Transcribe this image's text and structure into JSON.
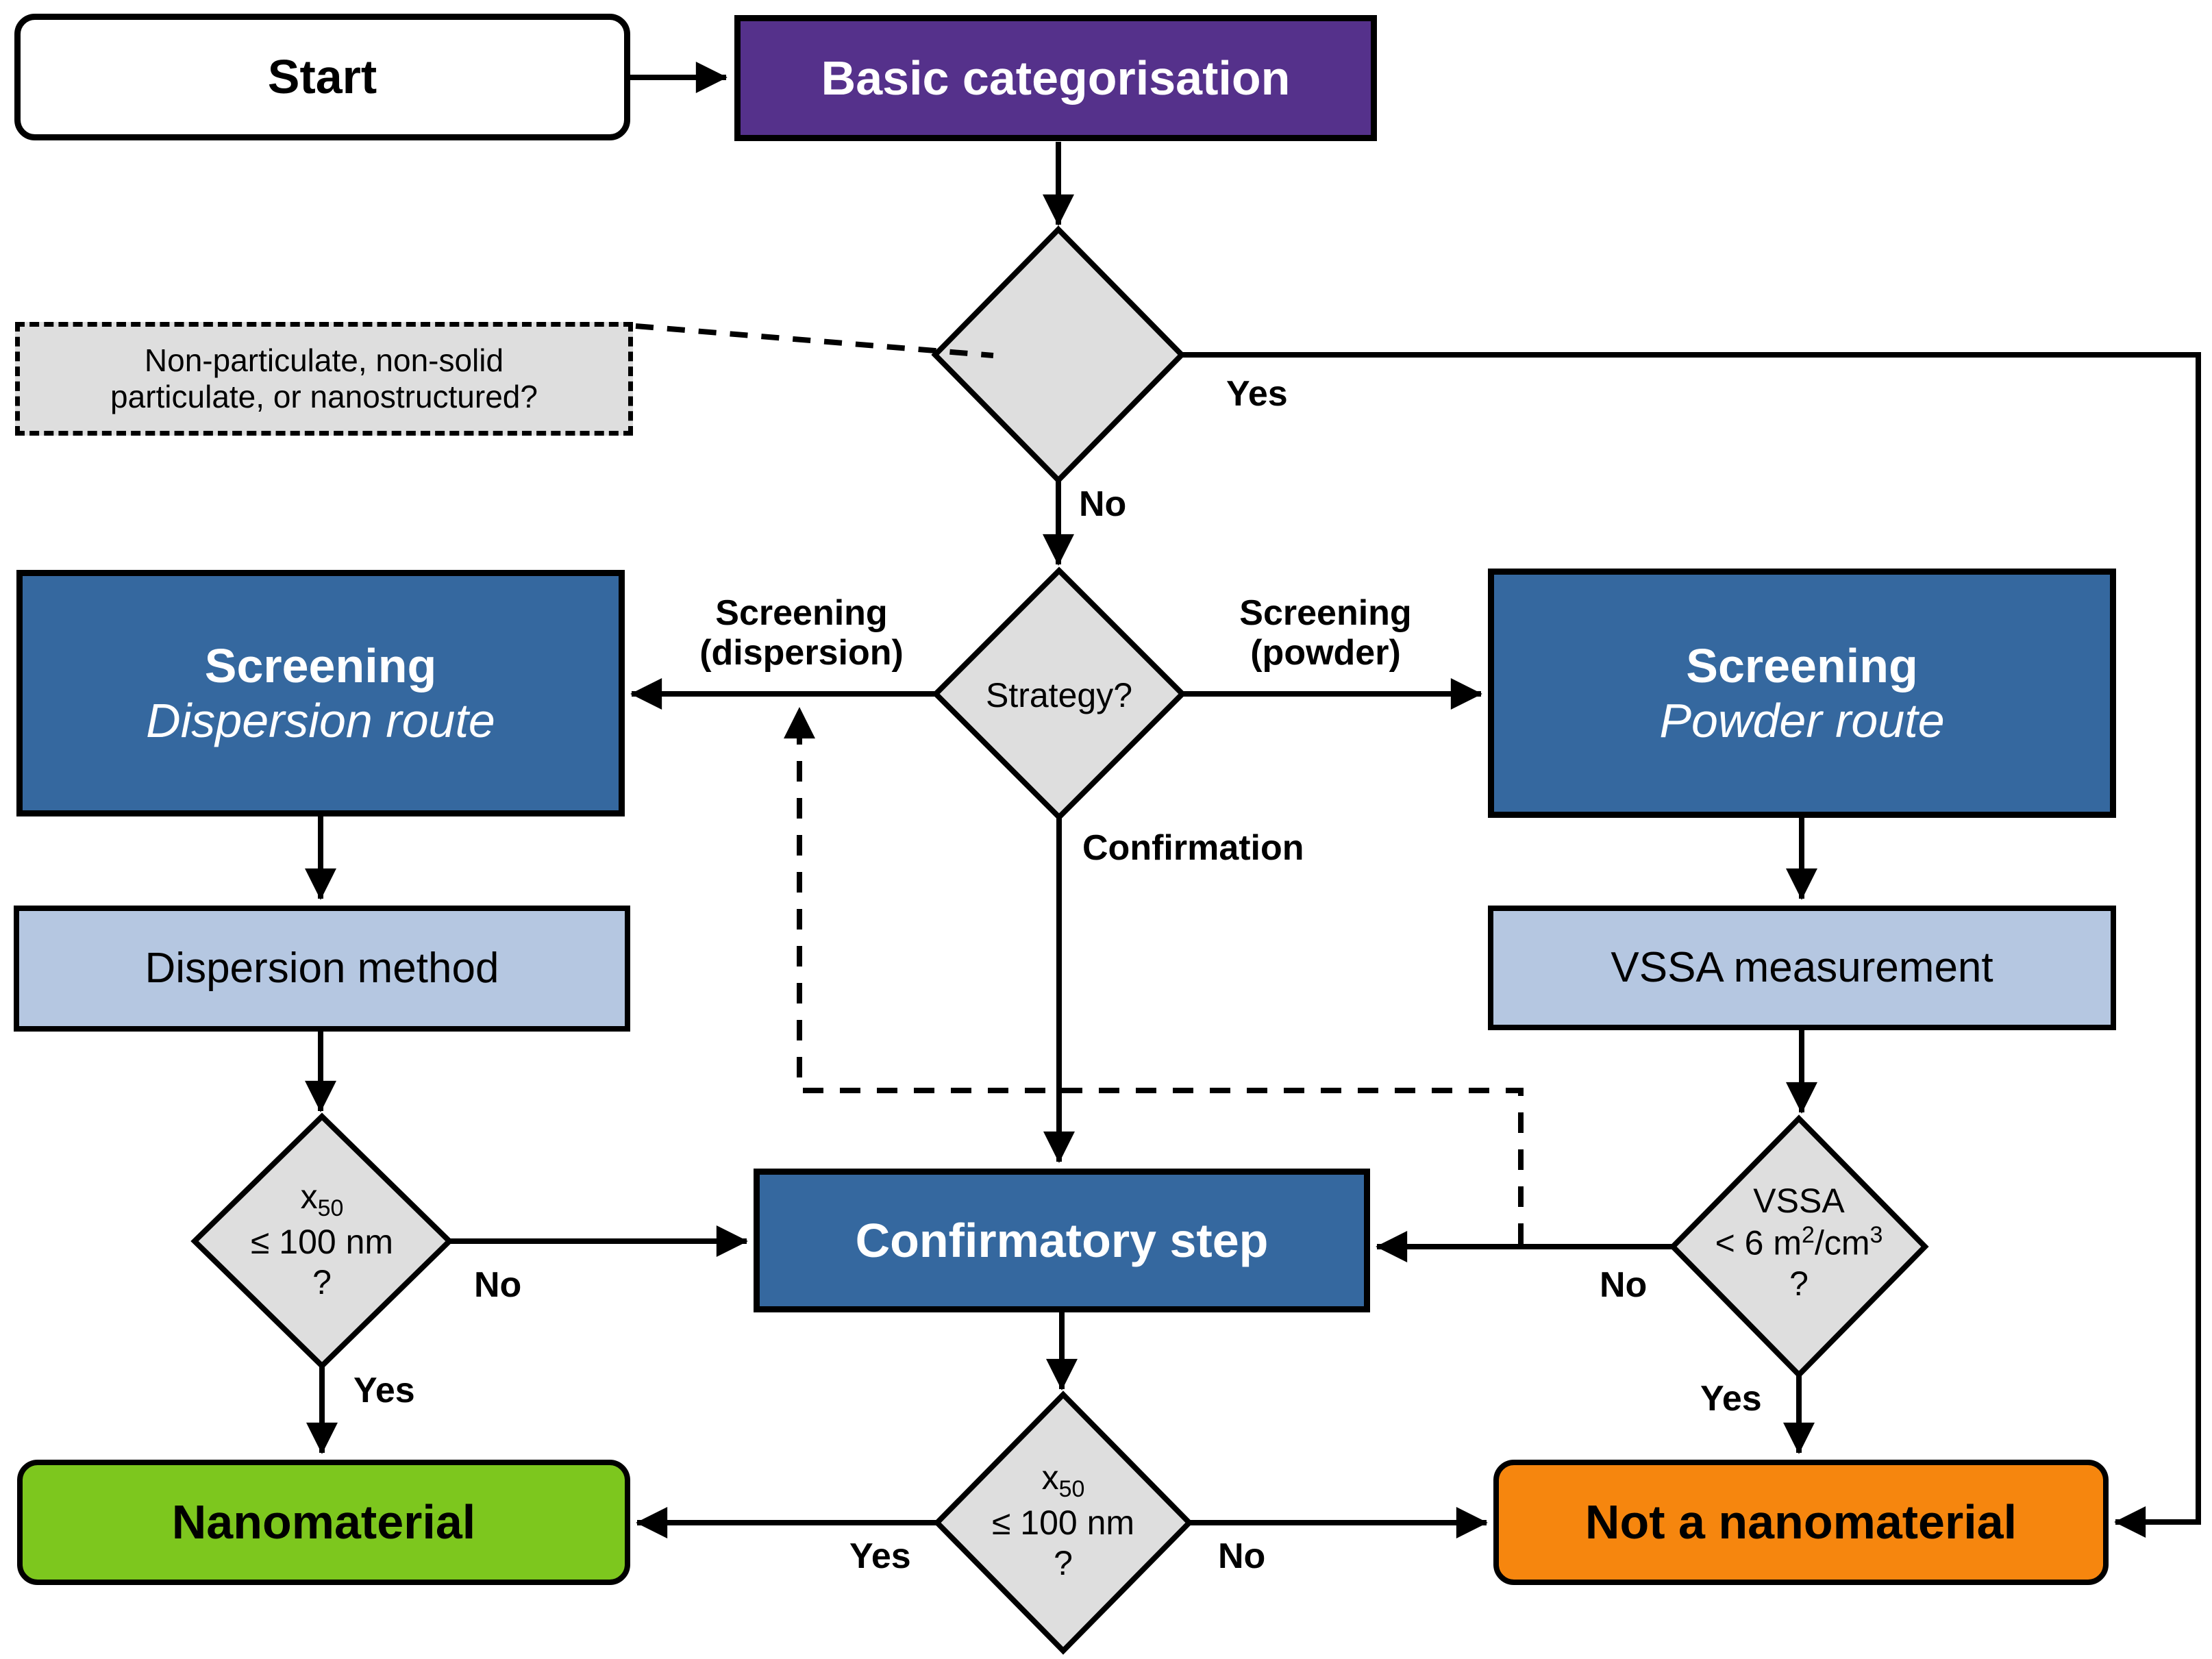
{
  "colors": {
    "background": "#ffffff",
    "purple": "#55318b",
    "blue": "#35689f",
    "light_blue": "#b5c7e1",
    "gray": "#dedede",
    "green": "#7dc71e",
    "orange": "#f6860e",
    "line": "#000000",
    "text_dark": "#000000",
    "text_light": "#ffffff"
  },
  "nodes": {
    "start": {
      "label": "Start"
    },
    "basic_categorisation": {
      "label": "Basic categorisation"
    },
    "annotation": {
      "line1": "Non-particulate, non-solid",
      "line2": "particulate, or nanostructured?"
    },
    "strategy": {
      "label": "Strategy?"
    },
    "screening_dispersion": {
      "title": "Screening",
      "subtitle": "Dispersion route"
    },
    "screening_powder": {
      "title": "Screening",
      "subtitle": "Powder route"
    },
    "dispersion_method": {
      "label": "Dispersion method"
    },
    "vssa_measurement": {
      "label": "VSSA measurement"
    },
    "x50_left": {
      "base": "x",
      "sub": "50",
      "mid": "≤ 100 nm",
      "q": "?"
    },
    "vssa_decision": {
      "l1": "VSSA",
      "l2a": "< 6 m",
      "l2sup": "2",
      "l2b": "/cm",
      "l2sup2": "3",
      "q": "?"
    },
    "confirmatory_step": {
      "label": "Confirmatory step"
    },
    "x50_bottom": {
      "base": "x",
      "sub": "50",
      "mid": "≤ 100 nm",
      "q": "?"
    },
    "nanomaterial": {
      "label": "Nanomaterial"
    },
    "not_nanomaterial": {
      "label": "Not a nanomaterial"
    }
  },
  "edge_labels": {
    "category_yes": "Yes",
    "category_no": "No",
    "strategy_dispersion_1": "Screening",
    "strategy_dispersion_2": "(dispersion)",
    "strategy_powder_1": "Screening",
    "strategy_powder_2": "(powder)",
    "strategy_confirmation": "Confirmation",
    "x50_left_no": "No",
    "x50_left_yes": "Yes",
    "vssa_no": "No",
    "vssa_yes": "Yes",
    "x50_bottom_yes": "Yes",
    "x50_bottom_no": "No"
  }
}
